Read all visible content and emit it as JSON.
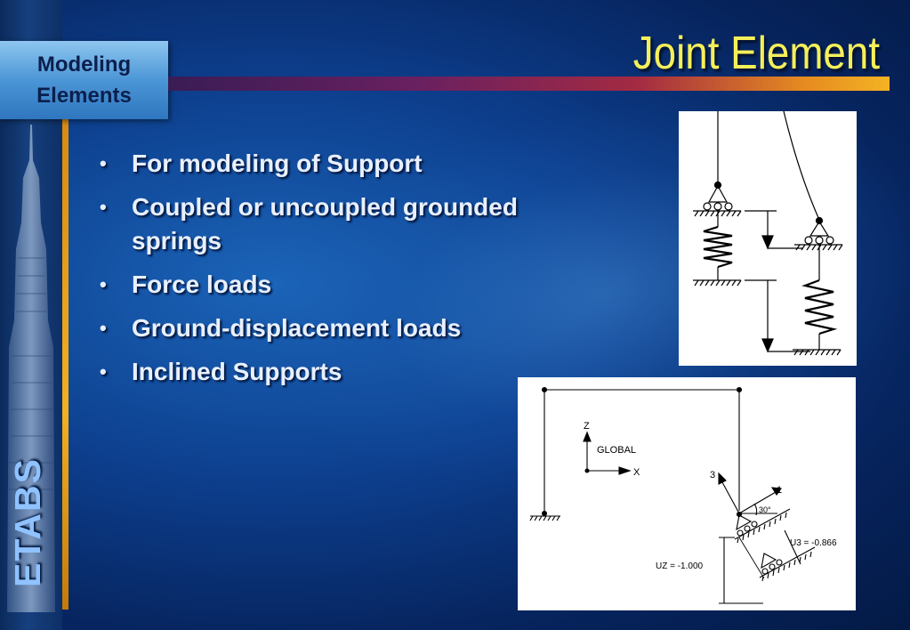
{
  "sidebar": {
    "box_title_line1": "Modeling",
    "box_title_line2": "Elements",
    "brand": "ETABS"
  },
  "slide": {
    "title": "Joint Element",
    "bullets": [
      "For modeling of Support",
      "Coupled or uncoupled grounded springs",
      "Force loads",
      "Ground-displacement loads",
      "Inclined Supports"
    ]
  },
  "figure2": {
    "axis_z": "Z",
    "axis_x": "X",
    "global_label": "GLOBAL",
    "axis_3": "3",
    "axis_1": "1",
    "angle": "30°",
    "u3_label": "U3 = -0.866",
    "uz_label": "UZ = -1.000"
  },
  "colors": {
    "title_yellow": "#f5ef5a",
    "brand_blue": "#8fc2ff",
    "accent_gold": "#f3b020"
  }
}
